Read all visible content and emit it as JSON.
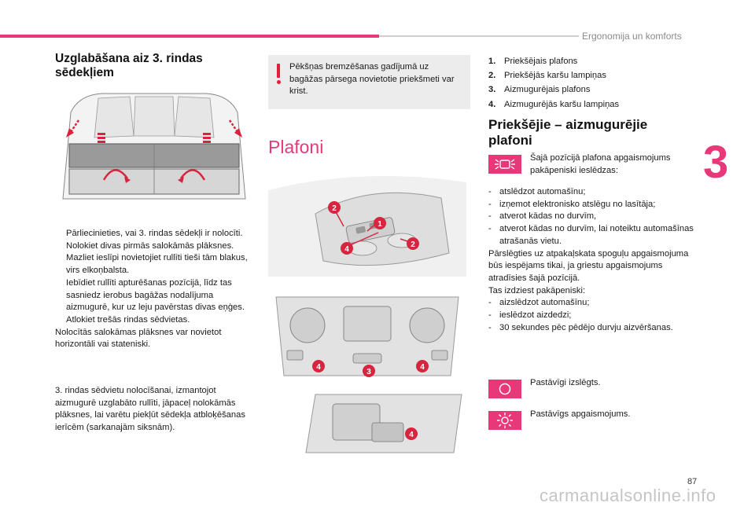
{
  "header": {
    "title": "Ergonomija un komforts"
  },
  "chapter_number": "3",
  "page_number": "87",
  "watermark": "carmanualsonline.info",
  "storage_section": {
    "heading": "Uzglabāšana aiz 3. rindas sēdekļiem",
    "steps": [
      "Pārliecinieties, vai 3. rindas sēdekļi ir nolocīti.",
      "Nolokiet divas pirmās salokāmās plāksnes.",
      "Mazliet ieslīpi novietojiet rullīti tieši tām blakus, virs elkoņbalsta.",
      "Iebīdiet rullīti apturēšanas pozīcijā, līdz tas sasniedz ierobus bagāžas nodalījuma aizmugurē, kur uz leju pavērstas divas eņģes.",
      "Atlokiet trešās rindas sēdvietas."
    ],
    "step_marker": "",
    "note": "Nolocītās salokāmas plāksnes var novietot horizontāli vai stateniski.",
    "paragraph": "3. rindas sēdvietu nolocīšanai, izmantojot aizmugurē uzglabāto rullīti, jāpaceļ nolokāmās plāksnes, lai varētu piekļūt sēdekļa atbloķēšanas ierīcēm (sarkanajām siksnām)."
  },
  "warning": {
    "text": "Pēkšņas bremzēšanas gadījumā uz bagāžas pārsega novietotie priekšmeti var krist."
  },
  "plafoni": {
    "title": "Plafoni",
    "callouts": {
      "c1": "1",
      "c2": "2",
      "c3": "3",
      "c4": "4"
    }
  },
  "legend": [
    {
      "num": "1.",
      "label": "Priekšējais plafons"
    },
    {
      "num": "2.",
      "label": "Priekšējās karšu lampiņas"
    },
    {
      "num": "3.",
      "label": "Aizmugurējais plafons"
    },
    {
      "num": "4.",
      "label": "Aizmugurējās karšu lampiņas"
    }
  ],
  "front_rear_section": {
    "heading": "Priekšējie – aizmugurējie plafoni",
    "auto_text": "Šajā pozīcijā plafona apgaismojums pakāpeniski ieslēdzas:",
    "list1": [
      "atslēdzot automašīnu;",
      "izņemot elektronisko atslēgu no lasītāja;",
      "atverot kādas no durvīm,",
      "atverot kādas no durvīm, lai noteiktu automašīnas atrašanās vietu."
    ],
    "dash": "-",
    "para1": "Pārslēgties uz atpakaļskata spoguļu apgaismojuma būs iespējams tikai, ja griestu apgaismojums atradīsies šajā pozīcijā.",
    "para2": "Tas izdziest pakāpeniski:",
    "list2": [
      "aizslēdzot automašīnu;",
      "ieslēdzot aizdedzi;",
      "30 sekundes pēc pēdējo durvju aizvēršanas."
    ],
    "off_text": "Pastāvīgi izslēgts.",
    "on_text": "Pastāvīgs apgaismojums."
  },
  "colors": {
    "accent": "#e8387a",
    "warning": "#e01e3c",
    "callout": "#d8253f"
  },
  "icons": [
    "auto-light-icon",
    "light-off-icon",
    "light-on-icon",
    "warning-exclamation-icon"
  ]
}
